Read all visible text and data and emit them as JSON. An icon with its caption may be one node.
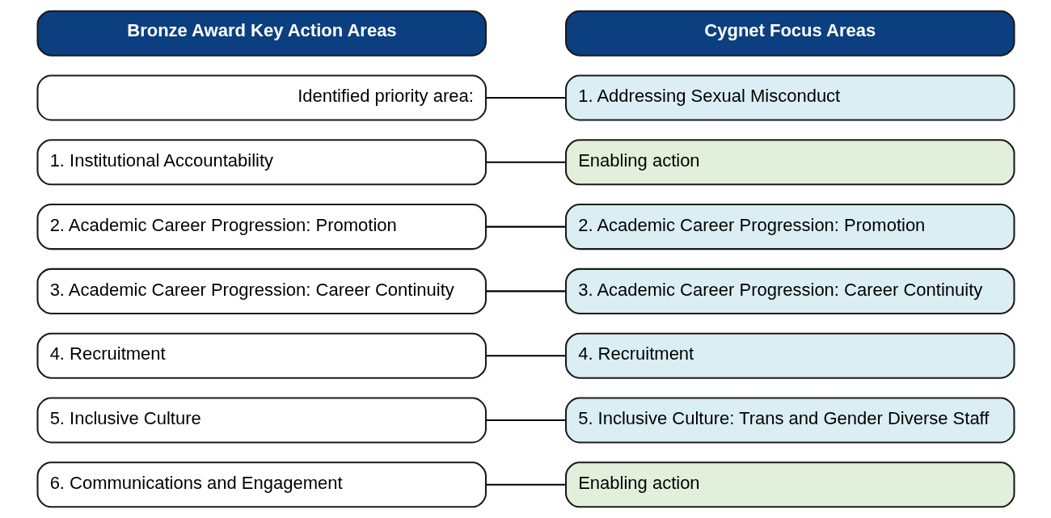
{
  "diagram": {
    "nodes": [
      {
        "text": [
          "Bronze Award Key Action Areas"
        ]
      },
      {
        "text": [
          "Cygnet Focus Areas"
        ]
      },
      {
        "text": [
          "Identified priority area:"
        ]
      },
      {
        "text": [
          "1. Addressing Sexual Misconduct"
        ]
      },
      {
        "text": [
          "1. Institutional Accountability"
        ]
      },
      {
        "text": [
          "Enabling action"
        ]
      },
      {
        "text": [
          "2. Academic Career Progression: Promotion"
        ]
      },
      {
        "text": [
          "2. Academic Career Progression: Promotion"
        ]
      },
      {
        "text": [
          "3. Academic Career Progression: Career Continuity"
        ]
      },
      {
        "text": [
          "3. Academic Career Progression: Career Continuity"
        ]
      },
      {
        "text": [
          "4. Recruitment"
        ]
      },
      {
        "text": [
          "4. Recruitment"
        ]
      },
      {
        "text": [
          "5. Inclusive Culture"
        ]
      },
      {
        "text": [
          "5. Inclusive Culture: Trans and Gender Diverse Staff"
        ]
      },
      {
        "text": [
          "6. Communications and Engagement"
        ]
      },
      {
        "text": [
          "Enabling action"
        ]
      }
    ],
    "edges": [
      {
        "from": 2,
        "to": 3,
        "arrow": "none"
      },
      {
        "from": 4,
        "to": 5,
        "arrow": "none"
      },
      {
        "from": 6,
        "to": 7,
        "arrow": "none"
      },
      {
        "from": 8,
        "to": 9,
        "arrow": "none"
      },
      {
        "from": 10,
        "to": 11,
        "arrow": "none"
      },
      {
        "from": 12,
        "to": 13,
        "arrow": "none"
      },
      {
        "from": 14,
        "to": 15,
        "arrow": "none"
      }
    ]
  }
}
